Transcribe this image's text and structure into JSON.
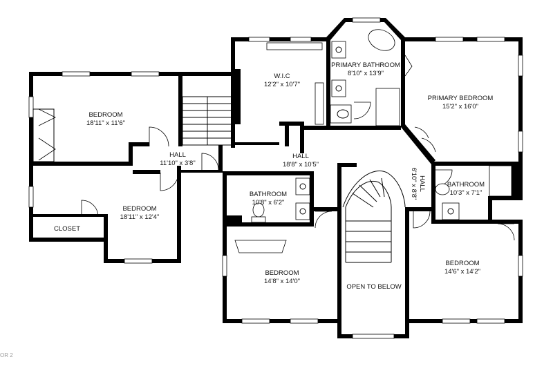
{
  "rooms": [
    {
      "id": "bedroom-nw",
      "name": "BEDROOM",
      "dims": "18'11\" x 11'6\""
    },
    {
      "id": "hall-west",
      "name": "HALL",
      "dims": "11'10\" x 3'8\""
    },
    {
      "id": "bedroom-w",
      "name": "BEDROOM",
      "dims": "18'11\" x 12'4\""
    },
    {
      "id": "closet",
      "name": "CLOSET",
      "dims": ""
    },
    {
      "id": "wic",
      "name": "W.I.C",
      "dims": "12'2\" x 10'7\""
    },
    {
      "id": "primary-bathroom",
      "name": "PRIMARY BATHROOM",
      "dims": "8'10\" x 13'9\""
    },
    {
      "id": "primary-bedroom",
      "name": "PRIMARY BEDROOM",
      "dims": "15'2\" x 16'0\""
    },
    {
      "id": "hall-center",
      "name": "HALL",
      "dims": "18'8\" x 10'5\""
    },
    {
      "id": "hall-diag",
      "name": "HALL",
      "dims": "6'10\" x 8'8\""
    },
    {
      "id": "bathroom-center",
      "name": "BATHROOM",
      "dims": "10'8\" x 6'2\""
    },
    {
      "id": "bathroom-east",
      "name": "BATHROOM",
      "dims": "10'3\" x 7'1\""
    },
    {
      "id": "bedroom-south",
      "name": "BEDROOM",
      "dims": "14'8\" x 14'0\""
    },
    {
      "id": "open-to-below",
      "name": "OPEN TO BELOW",
      "dims": ""
    },
    {
      "id": "bedroom-se",
      "name": "BEDROOM",
      "dims": "14'6\" x 14'2\""
    }
  ],
  "footer_mark": "OR 2"
}
